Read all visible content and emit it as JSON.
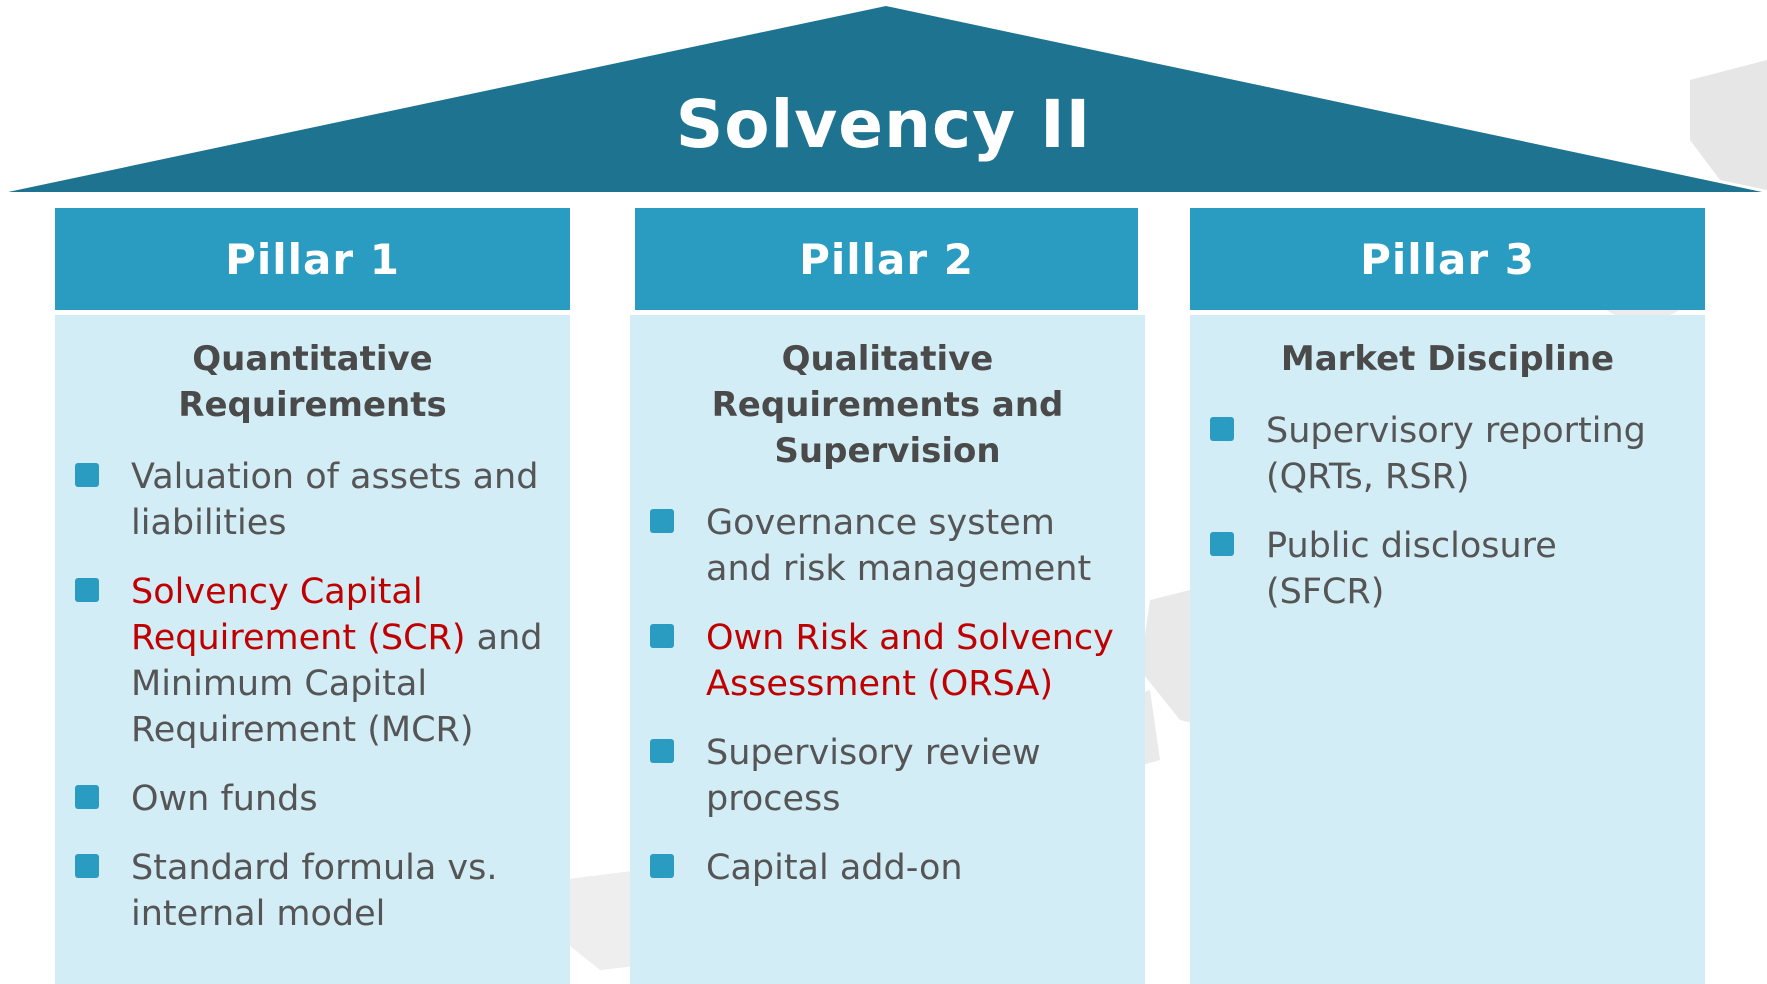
{
  "roof": {
    "title": "Solvency II"
  },
  "colors": {
    "roof": "#1e7390",
    "pillar_header": "#2a9bc1",
    "pillar_body": "#d3edf6",
    "bullet": "#2a9bc1",
    "highlight_text": "#c00000",
    "body_text": "#555555",
    "background_map": "#e9e9e9"
  },
  "pillars": [
    {
      "title": "Pillar 1",
      "heading": "Quantitative Requirements",
      "items": [
        {
          "text": "Valuation of assets and liabilities"
        },
        {
          "red": "Solvency Capital Requirement (SCR)",
          "text": " and Minimum Capital Requirement (MCR)"
        },
        {
          "text": "Own funds"
        },
        {
          "text": "Standard formula vs. internal model"
        }
      ]
    },
    {
      "title": "Pillar 2",
      "heading": "Qualitative Requirements and Supervision",
      "items": [
        {
          "text": "Governance system and risk management"
        },
        {
          "red": "Own Risk and Solvency Assessment (ORSA)"
        },
        {
          "text": "Supervisory review process"
        },
        {
          "text": "Capital add-on"
        }
      ]
    },
    {
      "title": "Pillar 3",
      "heading": "Market Discipline",
      "items": [
        {
          "text": "Supervisory reporting (QRTs, RSR)"
        },
        {
          "text": "Public disclosure (SFCR)"
        }
      ]
    }
  ]
}
